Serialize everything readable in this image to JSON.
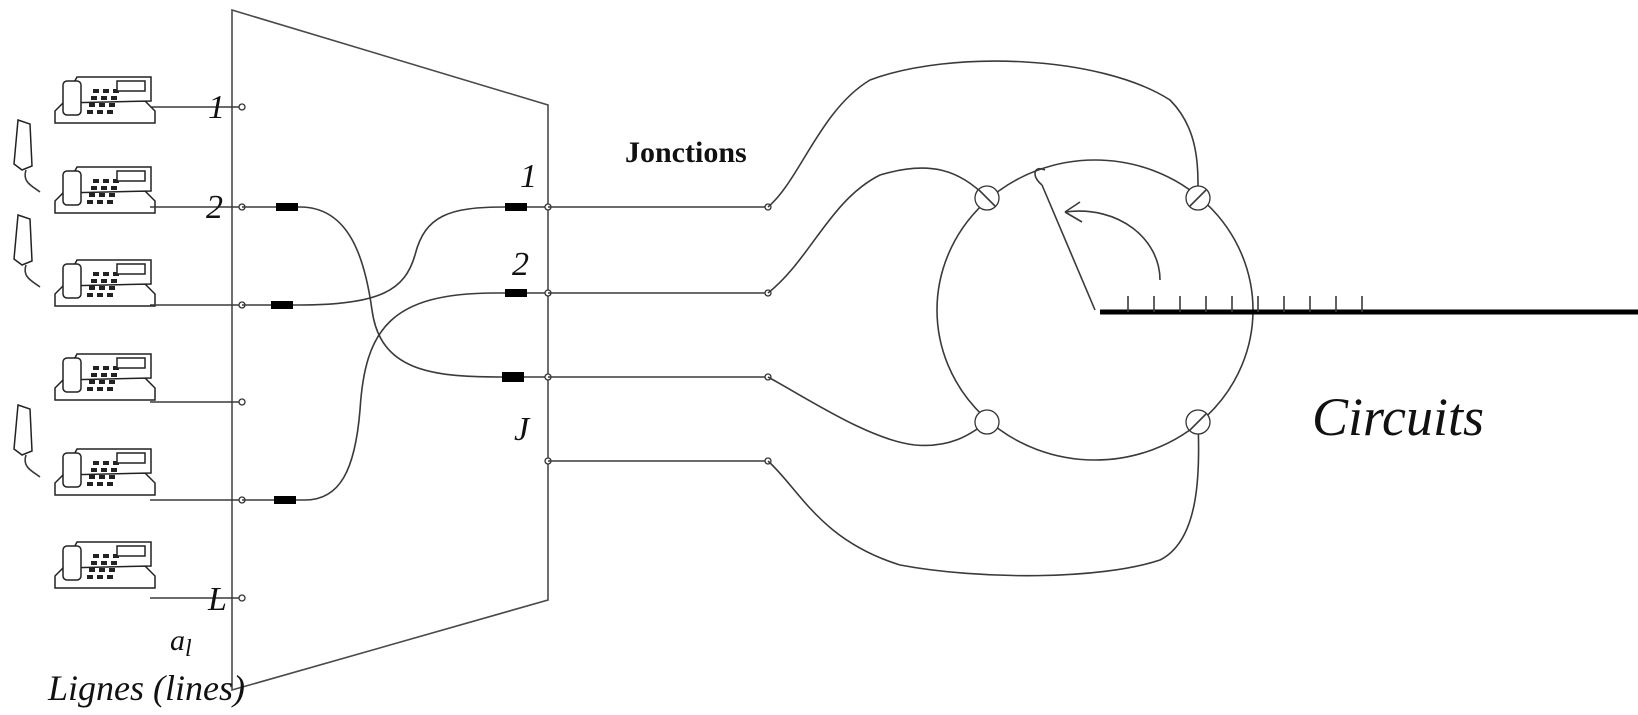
{
  "labels": {
    "junctions": "Jonctions",
    "circuits": "Circuits",
    "lines": "Lignes (lines)",
    "a1": "a",
    "a1_sub": "l"
  },
  "line_numbers": [
    "1",
    "2",
    "L"
  ],
  "junction_numbers": [
    "1",
    "2",
    "J"
  ],
  "icons": [
    "telephone-icon",
    "handset-icon"
  ]
}
